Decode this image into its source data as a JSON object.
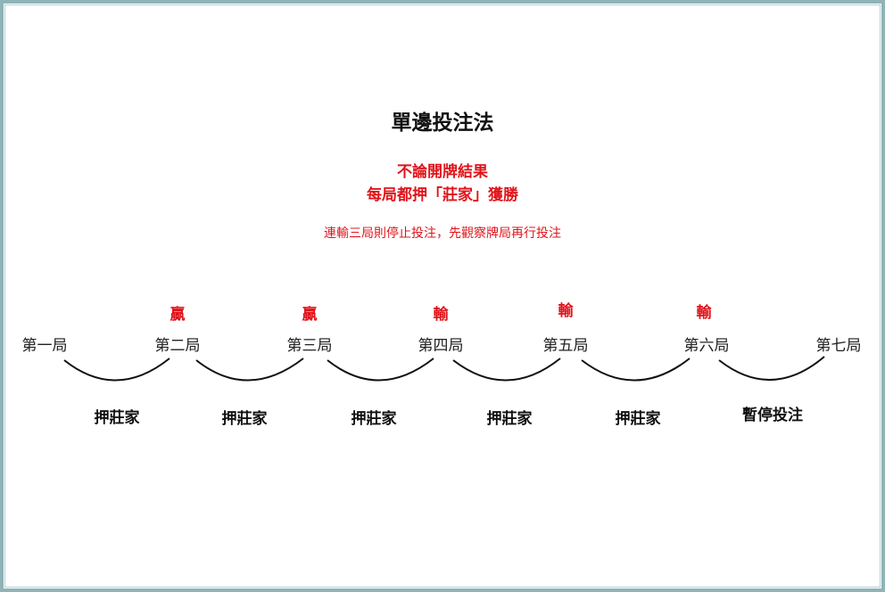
{
  "title": "單邊投注法",
  "subtitle_line1": "不論開牌結果",
  "subtitle_line2": "每局都押「莊家」獲勝",
  "note": "連輸三局則停止投注，先觀察牌局再行投注",
  "rounds": [
    "第一局",
    "第二局",
    "第三局",
    "第四局",
    "第五局",
    "第六局",
    "第七局"
  ],
  "results": [
    "贏",
    "贏",
    "輸",
    "輸",
    "輸"
  ],
  "bets": [
    "押莊家",
    "押莊家",
    "押莊家",
    "押莊家",
    "押莊家",
    "暫停投注"
  ],
  "colors": {
    "frame": "#8fb3b6",
    "accent": "#e0141b",
    "text": "#111111"
  }
}
